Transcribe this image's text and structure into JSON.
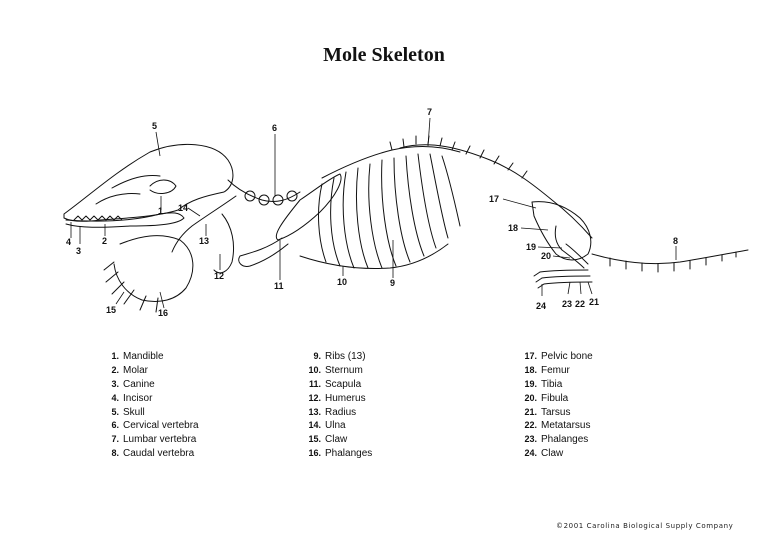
{
  "title": "Mole Skeleton",
  "legend": [
    {
      "n": "1.",
      "label": "Mandible"
    },
    {
      "n": "2.",
      "label": "Molar"
    },
    {
      "n": "3.",
      "label": "Canine"
    },
    {
      "n": "4.",
      "label": "Incisor"
    },
    {
      "n": "5.",
      "label": "Skull"
    },
    {
      "n": "6.",
      "label": "Cervical vertebra"
    },
    {
      "n": "7.",
      "label": "Lumbar vertebra"
    },
    {
      "n": "8.",
      "label": "Caudal vertebra"
    },
    {
      "n": "9.",
      "label": "Ribs (13)"
    },
    {
      "n": "10.",
      "label": "Sternum"
    },
    {
      "n": "11.",
      "label": "Scapula"
    },
    {
      "n": "12.",
      "label": "Humerus"
    },
    {
      "n": "13.",
      "label": "Radius"
    },
    {
      "n": "14.",
      "label": "Ulna"
    },
    {
      "n": "15.",
      "label": "Claw"
    },
    {
      "n": "16.",
      "label": "Phalanges"
    },
    {
      "n": "17.",
      "label": "Pelvic bone"
    },
    {
      "n": "18.",
      "label": "Femur"
    },
    {
      "n": "19.",
      "label": "Tibia"
    },
    {
      "n": "20.",
      "label": "Fibula"
    },
    {
      "n": "21.",
      "label": "Tarsus"
    },
    {
      "n": "22.",
      "label": "Metatarsus"
    },
    {
      "n": "23.",
      "label": "Phalanges"
    },
    {
      "n": "24.",
      "label": "Claw"
    }
  ],
  "callouts": [
    "1",
    "2",
    "3",
    "4",
    "5",
    "6",
    "7",
    "8",
    "9",
    "10",
    "11",
    "12",
    "13",
    "14",
    "15",
    "16",
    "17",
    "18",
    "19",
    "20",
    "21",
    "22",
    "23",
    "24"
  ],
  "copyright": "©2001 Carolina Biological Supply Company"
}
